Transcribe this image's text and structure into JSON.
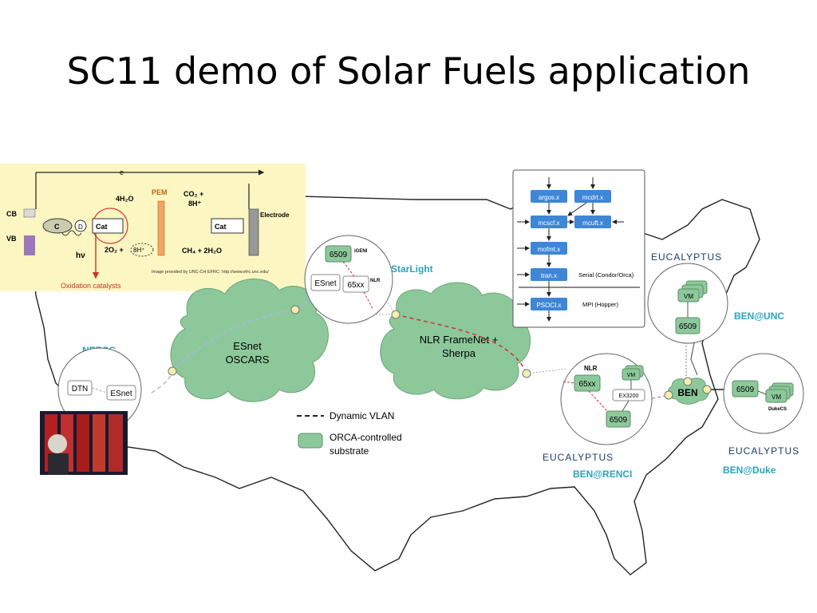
{
  "slide": {
    "title": "SC11 demo of Solar Fuels application"
  },
  "inset": {
    "electron": "e",
    "cb": "CB",
    "vb": "VB",
    "c": "C",
    "d": "D",
    "cat_ox": "Cat",
    "h2o": "4H₂O",
    "pem": "PEM",
    "co2": "CO₂ +",
    "h8": "8H⁺",
    "cat_red": "Cat",
    "electrode": "Electrode",
    "hv": "hν",
    "o2": "2O₂ +",
    "h8b": "8H⁺",
    "ch4": "CH₄ + 2H₂O",
    "credit": "Image provided by UNC-CH EFRC: http://www.efrc.unc.edu/",
    "ox_label": "Oxidation catalysts"
  },
  "clouds": {
    "esnet": [
      "ESnet",
      "OSCARS"
    ],
    "nlr": [
      "NLR FrameNet +",
      "Sherpa"
    ],
    "ben": "BEN"
  },
  "sites": {
    "nersc": "NERSC",
    "starlight": "StarLight",
    "ben_unc": "BEN@UNC",
    "ben_renci": "BEN@RENCI",
    "ben_duke": "BEN@Duke"
  },
  "nodes": {
    "dtn": "DTN",
    "esnet_nersc": "ESnet",
    "esnet_sl": "ESnet",
    "s6509_sl": "6509",
    "igeni": "iGENI",
    "s65xx_sl": "65xx",
    "nlr_sl": "NLR",
    "nlr_renci": "NLR",
    "s65xx_renci": "65xx",
    "s6509_renci": "6509",
    "ex3200": "EX3200",
    "s6509_unc": "6509",
    "s6509_duke": "6509",
    "dukecs": "DukeCS",
    "vm": "VM"
  },
  "eucalyptus": [
    "EUCALYPTUS",
    "EUCALYPTUS",
    "EUCALYPTUS"
  ],
  "workflow": {
    "boxes": [
      "argos.x",
      "mcdrt.x",
      "mcscf.x",
      "mcuft.x",
      "mofmt.x",
      "tran.x",
      "PSOCI.x"
    ],
    "serial_label": "Serial (Condor/Orca)",
    "mpi_label": "MPI (Hopper)"
  },
  "legend": {
    "dynamic_vlan": "Dynamic VLAN",
    "orca_line1": "ORCA-controlled",
    "orca_line2": "substrate"
  },
  "colors": {
    "cloud_fill": "#8dc89b",
    "site_text": "#2aa3bf",
    "workflow_box": "#3f86d6",
    "inset_bg": "#fcf6c2",
    "vlan": "#cc3333"
  }
}
